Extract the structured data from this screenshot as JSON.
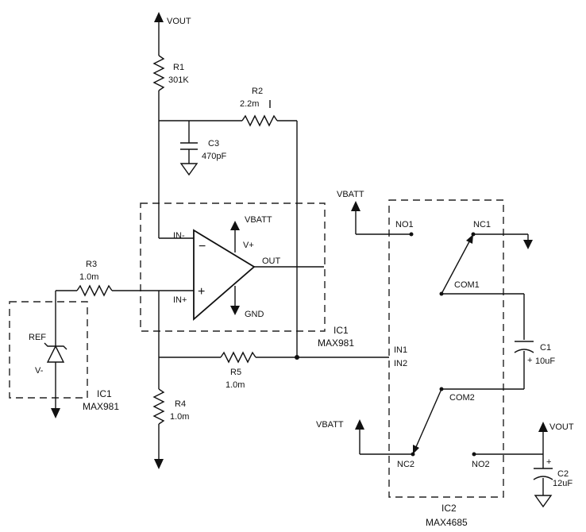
{
  "nets": {
    "vout_top": "VOUT",
    "vout_right": "VOUT",
    "vbatt_op": "VBATT",
    "vbatt_no1": "VBATT",
    "vbatt_nc2": "VBATT",
    "gnd": "GND"
  },
  "components": {
    "r1": {
      "ref": "R1",
      "value": "301K"
    },
    "r2": {
      "ref": "R2",
      "value": "2.2m"
    },
    "r3": {
      "ref": "R3",
      "value": "1.0m"
    },
    "r4": {
      "ref": "R4",
      "value": "1.0m"
    },
    "r5": {
      "ref": "R5",
      "value": "1.0m"
    },
    "c1": {
      "ref": "C1",
      "value": "10uF"
    },
    "c2": {
      "ref": "C2",
      "value": "12uF"
    },
    "c3": {
      "ref": "C3",
      "value": "470pF"
    }
  },
  "ic1": {
    "ref": "IC1",
    "part": "MAX981",
    "pins": {
      "in_minus": "IN-",
      "in_plus": "IN+",
      "out": "OUT",
      "vplus": "V+"
    },
    "ref_block": {
      "label": "REF",
      "vminus": "V-",
      "ref": "IC1",
      "part": "MAX981"
    }
  },
  "ic2": {
    "ref": "IC2",
    "part": "MAX4685",
    "pins": {
      "no1": "NO1",
      "nc1": "NC1",
      "com1": "COM1",
      "com2": "COM2",
      "nc2": "NC2",
      "no2": "NO2",
      "in1": "IN1",
      "in2": "IN2"
    }
  },
  "symbols": {
    "minus": "−",
    "plus": "+"
  }
}
